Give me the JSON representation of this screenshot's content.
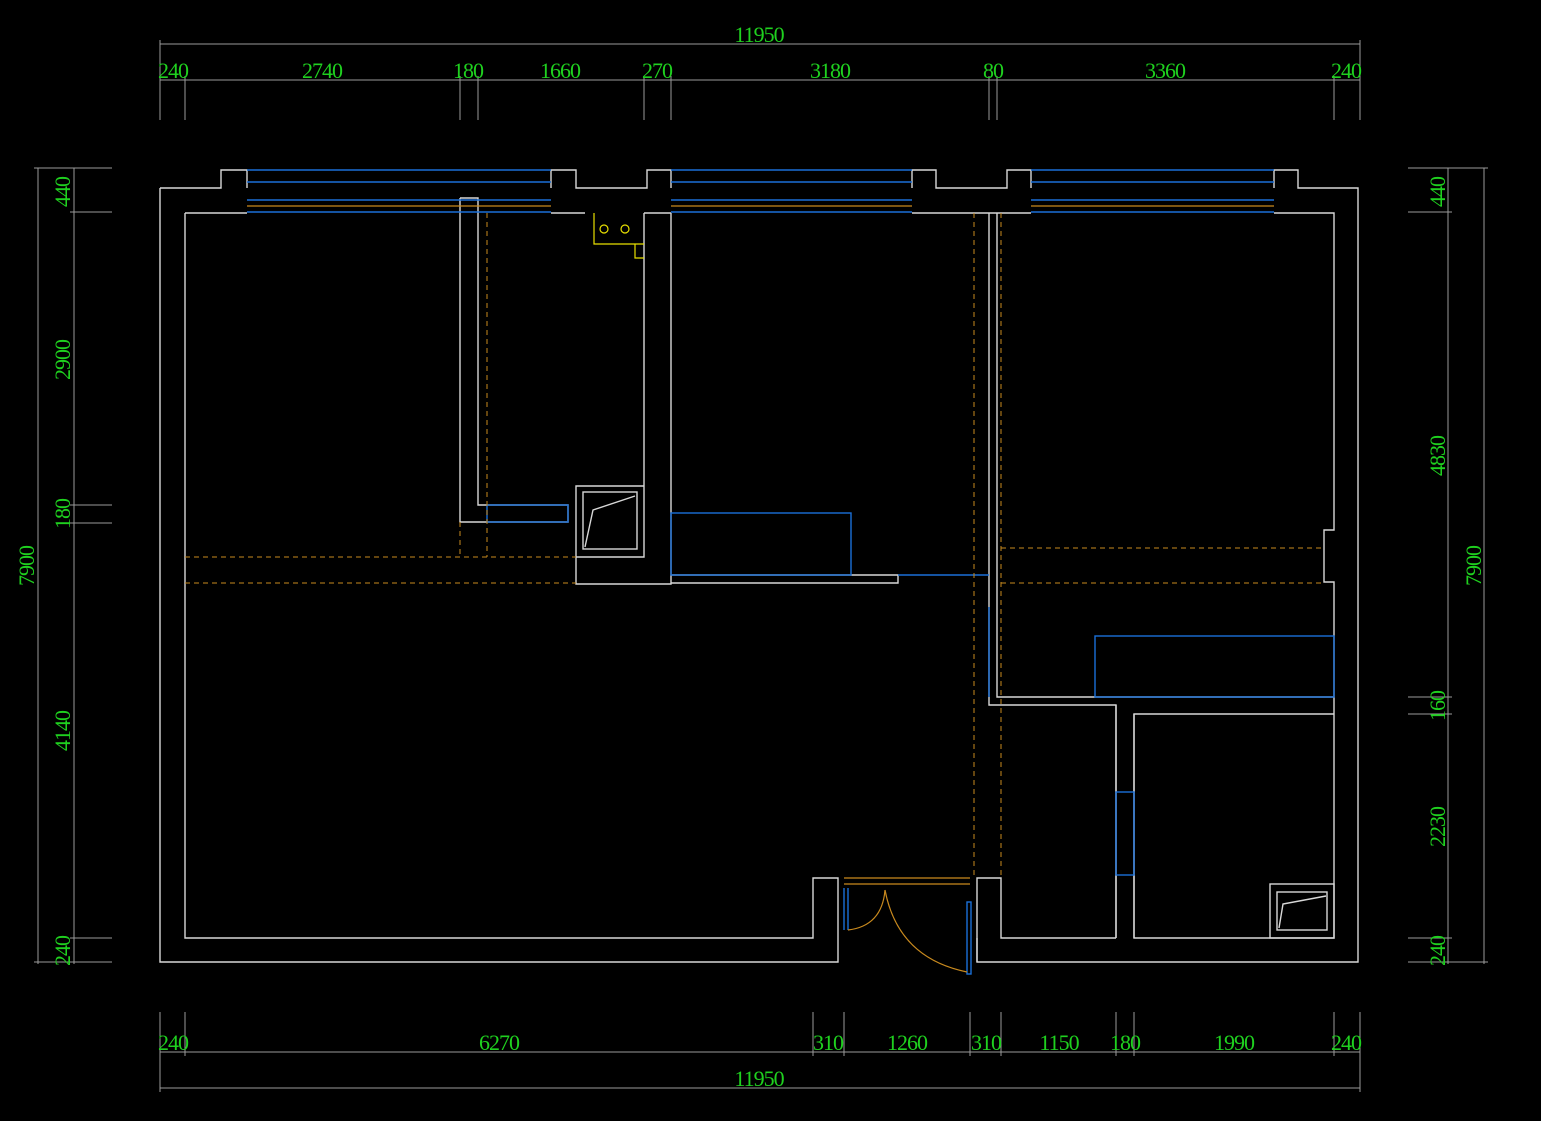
{
  "top_dims": {
    "total": "11950",
    "segments": [
      "240",
      "2740",
      "180",
      "1660",
      "270",
      "3180",
      "80",
      "3360",
      "240"
    ]
  },
  "bottom_dims": {
    "total": "11950",
    "segments": [
      "240",
      "6270",
      "310",
      "1260",
      "310",
      "1150",
      "180",
      "1990",
      "240"
    ]
  },
  "left_dims": {
    "total": "7900",
    "segments": [
      "440",
      "2900",
      "180",
      "4140",
      "240"
    ]
  },
  "right_dims": {
    "total": "7900",
    "segments": [
      "440",
      "4830",
      "160",
      "2230",
      "240"
    ]
  },
  "colors": {
    "background": "#000000",
    "walls": "#d8d8d8",
    "windows_fixtures": "#1a6fd8",
    "hidden_lines_door": "#c98a1e",
    "dimension_text": "#1fd11f",
    "symbol": "#e8e000"
  }
}
